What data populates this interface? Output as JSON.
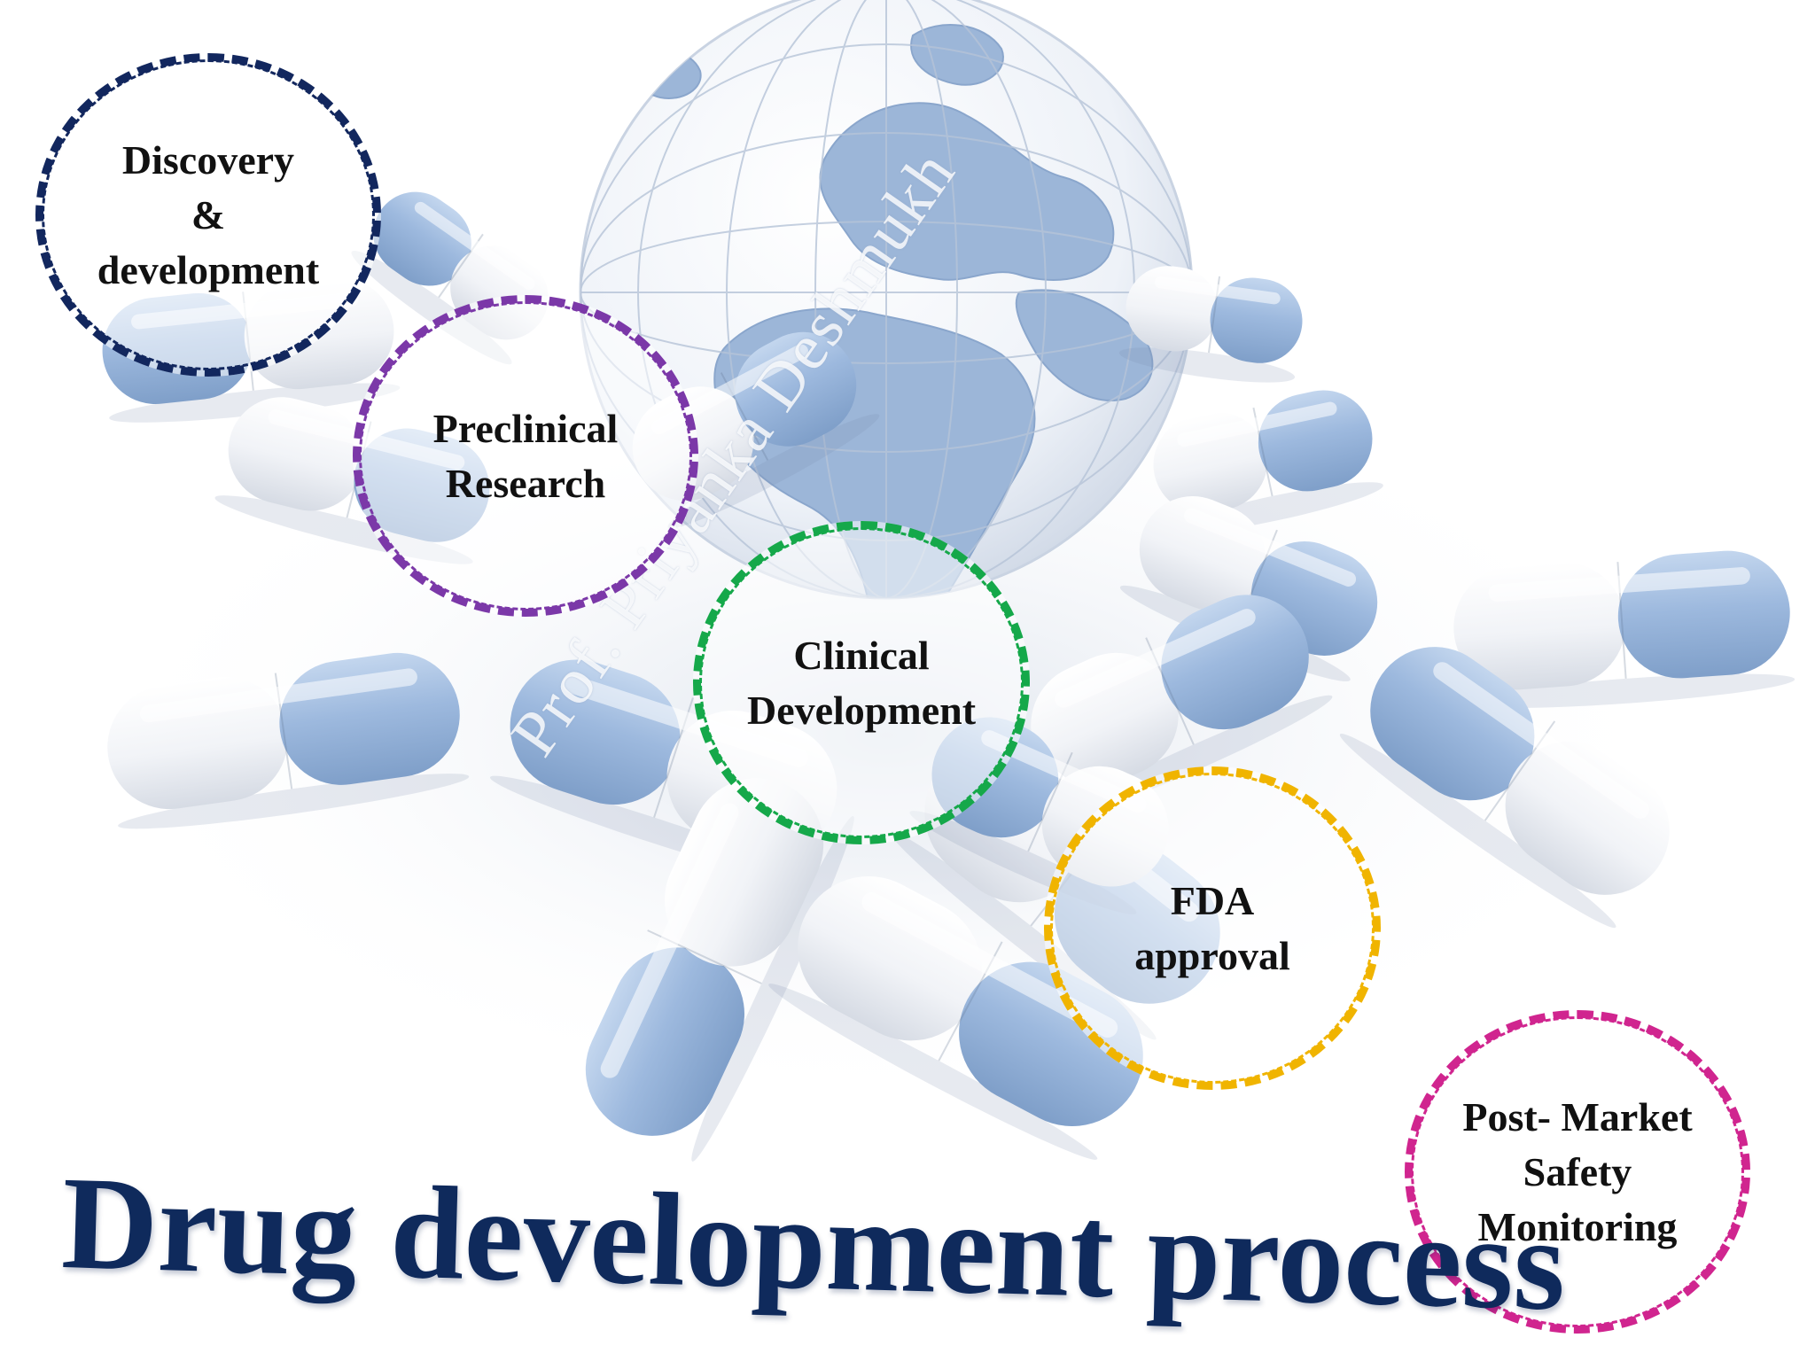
{
  "title": "Drug development process",
  "watermark": "Prof. Priyanka Deshmukh",
  "stages": [
    {
      "key": "discovery",
      "label": "Discovery\n&\ndevelopment",
      "color": "#12275e"
    },
    {
      "key": "preclinical",
      "label": "Preclinical\nResearch",
      "color": "#7b38a8"
    },
    {
      "key": "clinical",
      "label": "Clinical\nDevelopment",
      "color": "#15a84a"
    },
    {
      "key": "fda",
      "label": "FDA\napproval",
      "color": "#f0b400"
    },
    {
      "key": "postmarket",
      "label": "Post- Market\nSafety\nMonitoring",
      "color": "#d0258f"
    }
  ],
  "colors": {
    "title": "#0f2a5c",
    "capsule_blue": "#9fbde0",
    "capsule_white": "#f4f6f9",
    "globe_land": "#9cb6d8"
  }
}
